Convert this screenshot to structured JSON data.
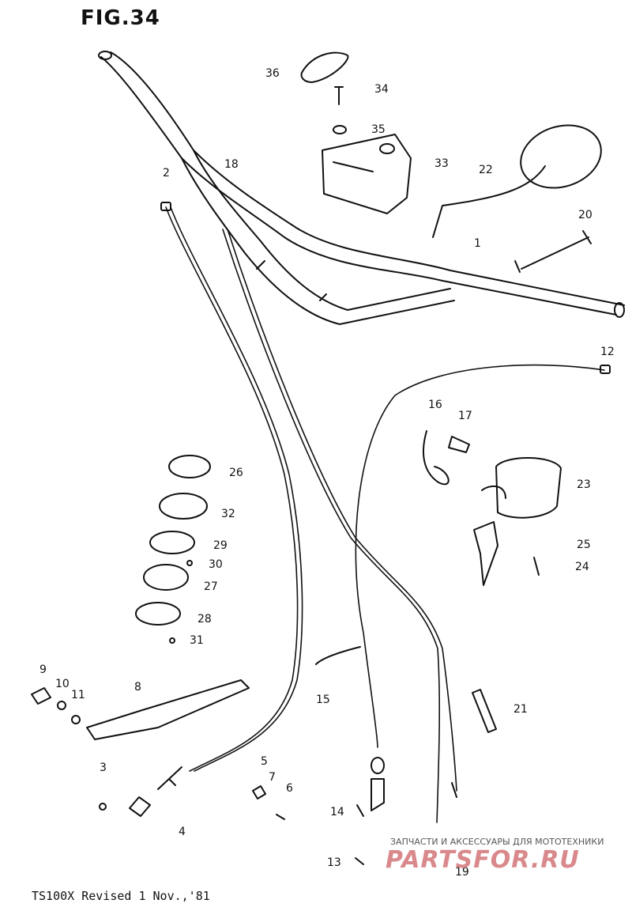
{
  "figure_title": "FIG.34",
  "footer_text": "TS100X Revised 1 Nov.,'81",
  "watermark": {
    "line": "ЗАПЧАСТИ И АКСЕССУАРЫ ДЛЯ МОТОТЕХНИКИ",
    "brand": "PARTSFOR.RU"
  },
  "part_labels": {
    "p1": "1",
    "p2": "2",
    "p3": "3",
    "p4": "4",
    "p5": "5",
    "p6": "6",
    "p7": "7",
    "p8": "8",
    "p9": "9",
    "p10": "10",
    "p11": "11",
    "p12": "12",
    "p13": "13",
    "p14": "14",
    "p15": "15",
    "p16": "16",
    "p17": "17",
    "p18": "18",
    "p19": "19",
    "p20": "20",
    "p21": "21",
    "p22": "22",
    "p23": "23",
    "p24": "24",
    "p25": "25",
    "p26": "26",
    "p27": "27",
    "p28": "28",
    "p29": "29",
    "p30": "30",
    "p31": "31",
    "p32": "32",
    "p33": "33",
    "p34": "34",
    "p35": "35",
    "p36": "36"
  },
  "colors": {
    "ink": "#111111",
    "watermark_brand": "#d9898b",
    "watermark_text": "#555555"
  }
}
